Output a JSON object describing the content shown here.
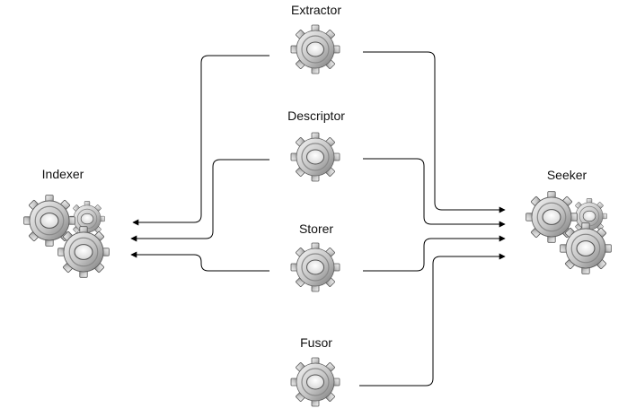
{
  "components": {
    "extractor": {
      "label": "Extractor",
      "icon": "gear-icon"
    },
    "descriptor": {
      "label": "Descriptor",
      "icon": "gear-icon"
    },
    "storer": {
      "label": "Storer",
      "icon": "gear-icon"
    },
    "fusor": {
      "label": "Fusor",
      "icon": "gear-icon"
    },
    "indexer": {
      "label": "Indexer",
      "icon": "gears-cluster-icon"
    },
    "seeker": {
      "label": "Seeker",
      "icon": "gears-cluster-icon"
    }
  },
  "connections": [
    {
      "from": "extractor",
      "to": "indexer"
    },
    {
      "from": "descriptor",
      "to": "indexer"
    },
    {
      "from": "storer",
      "to": "indexer"
    },
    {
      "from": "extractor",
      "to": "seeker"
    },
    {
      "from": "descriptor",
      "to": "seeker"
    },
    {
      "from": "storer",
      "to": "seeker"
    },
    {
      "from": "fusor",
      "to": "seeker"
    }
  ],
  "colors": {
    "gear_light": "#e6e6e6",
    "gear_mid": "#b9b9b9",
    "gear_dark": "#6e6e6e",
    "line": "#000000",
    "text": "#111111"
  }
}
